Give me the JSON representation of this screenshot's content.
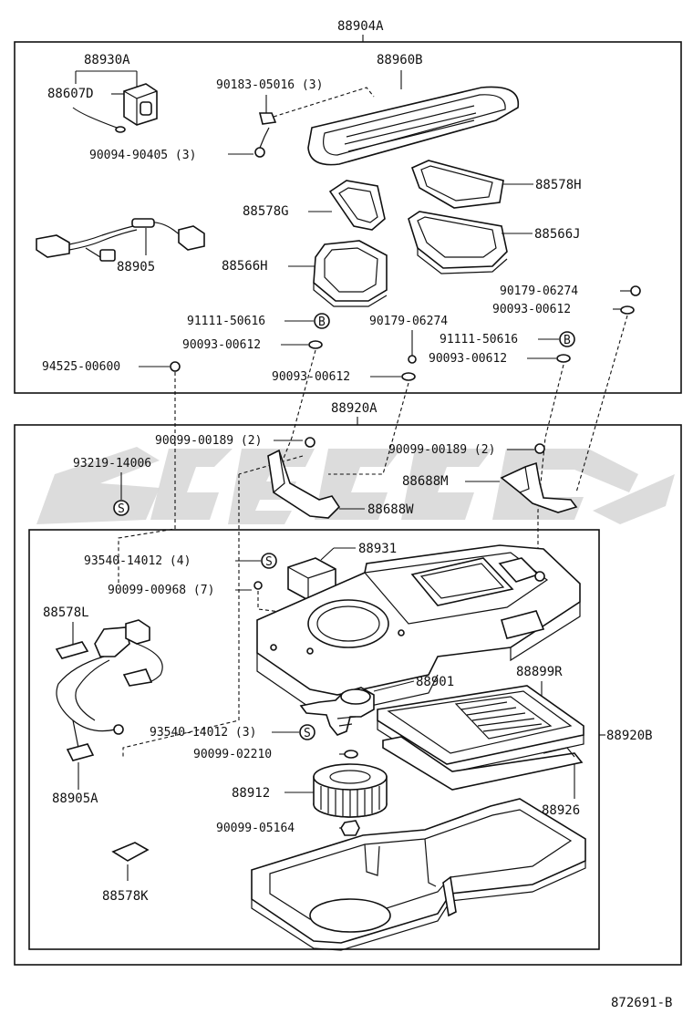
{
  "diagram": {
    "ref_code": "872691-B",
    "groups": {
      "top_assembly": "88904A",
      "middle_assembly": "88920A",
      "lower_assembly": "88920B"
    },
    "labels": {
      "p88930A": "88930A",
      "p88607D": "88607D",
      "p90183": "90183-05016 (3)",
      "p88960B": "88960B",
      "p90094": "90094-90405 (3)",
      "p88578H": "88578H",
      "p88578G": "88578G",
      "p88566J": "88566J",
      "p88905": "88905",
      "p88566H": "88566H",
      "p90179a": "90179-06274",
      "p90093a": "90093-00612",
      "p91111a": "91111-50616",
      "p90179b": "90179-06274",
      "p90093b": "90093-00612",
      "p91111b": "91111-50616",
      "p90093c": "90093-00612",
      "p94525": "94525-00600",
      "p90093d": "90093-00612",
      "p90099a": "90099-00189 (2)",
      "p90099b": "90099-00189 (2)",
      "p93219": "93219-14006",
      "p88688M": "88688M",
      "p88688W": "88688W",
      "p93540a": "93540-14012 (4)",
      "p88931": "88931",
      "p90099c": "90099-00968 (7)",
      "p88578L": "88578L",
      "p88901": "88901",
      "p88899R": "88899R",
      "p93540b": "93540-14012 (3)",
      "p90099d": "90099-02210",
      "p88905A": "88905A",
      "p88912": "88912",
      "p88926": "88926",
      "p90099e": "90099-05164",
      "p88578K": "88578K"
    },
    "callouts": {
      "b1": "B",
      "b2": "B",
      "s1": "S",
      "s2": "S",
      "s3": "S"
    }
  }
}
